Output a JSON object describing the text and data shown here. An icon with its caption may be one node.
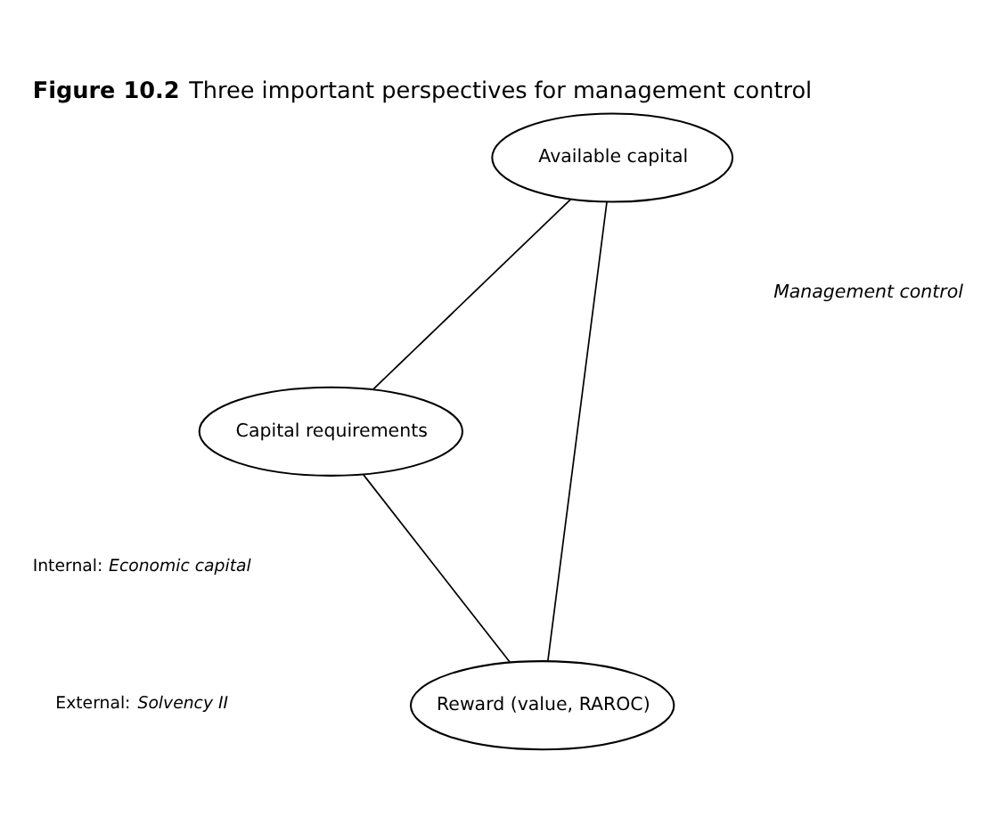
{
  "diagram": {
    "title": "**Figure 10.2** Three important perspectives for management control",
    "nodes": [
      {
        "text": [
          "Available capital"
        ]
      },
      {
        "text": [
          "Capital requirements"
        ]
      },
      {
        "text": [
          "Reward (value, RAROC)"
        ]
      }
    ],
    "edges": [
      {
        "from": 0,
        "to": 1,
        "arrow": "none"
      },
      {
        "from": 0,
        "to": 2,
        "arrow": "none"
      },
      {
        "from": 1,
        "to": 2,
        "arrow": "none"
      }
    ],
    "labels": [
      "*Management control*",
      "Internal: *Economic capital*",
      "External: *Solvency II*"
    ]
  }
}
